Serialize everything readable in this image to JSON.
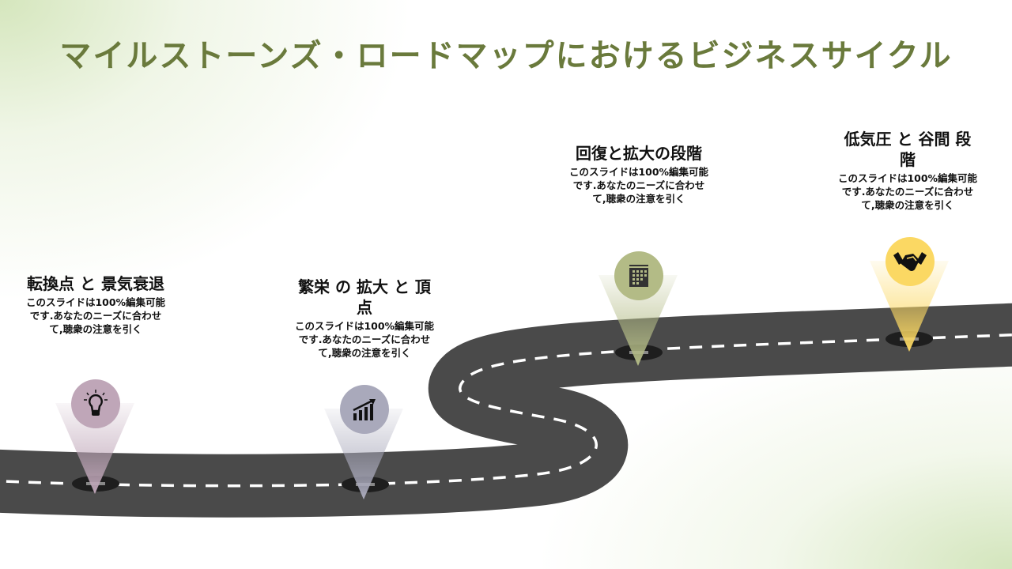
{
  "title": "マイルストーンズ・ロードマップにおけるビジネスサイクル",
  "milestones": [
    {
      "heading": "転換点 と 景気衰退",
      "body": "このスライドは100%編集可能です.あなたのニーズに合わせて,聴衆の注意を引く",
      "icon": "lightbulb-icon",
      "color": "#bfa6b8"
    },
    {
      "heading": "繁栄 の 拡大 と 頂点",
      "body": "このスライドは100%編集可能です.あなたのニーズに合わせて,聴衆の注意を引く",
      "icon": "growth-chart-icon",
      "color": "#a9a9bb"
    },
    {
      "heading": "回復と拡大の段階",
      "body": "このスライドは100%編集可能です.あなたのニーズに合わせて,聴衆の注意を引く",
      "icon": "calendar-icon",
      "color": "#b3bb86"
    },
    {
      "heading": "低気圧 と 谷間 段階",
      "body": "このスライドは100%編集可能です.あなたのニーズに合わせて,聴衆の注意を引く",
      "icon": "handshake-icon",
      "color": "#fbd863"
    }
  ]
}
